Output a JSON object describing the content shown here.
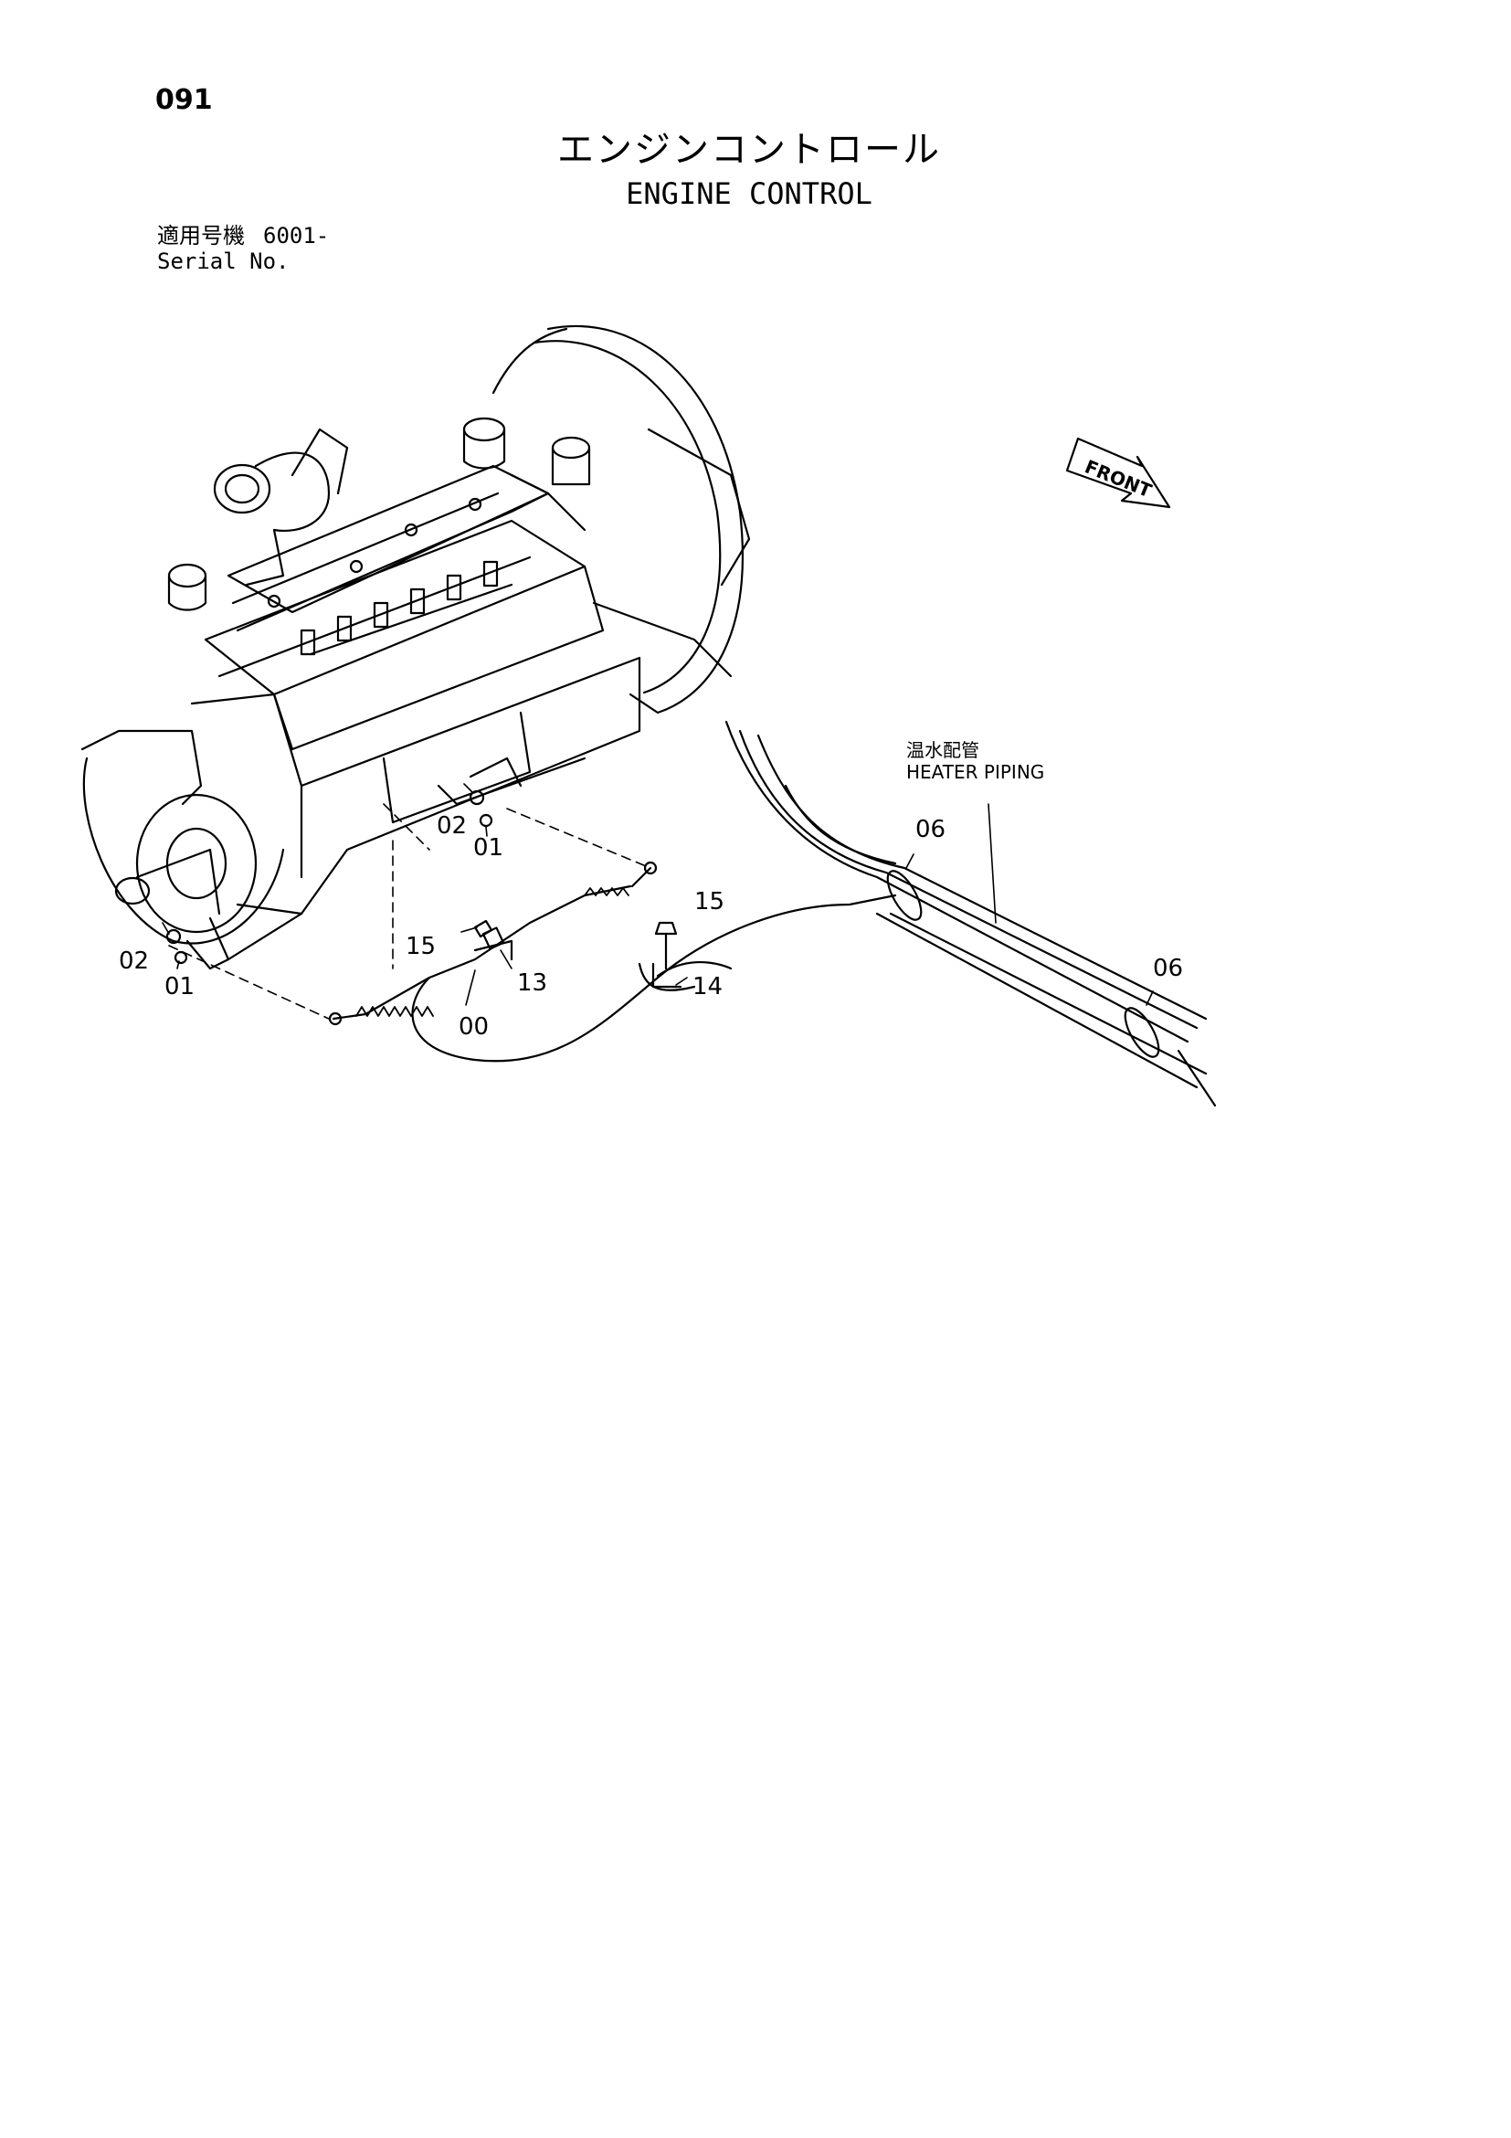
{
  "page": {
    "number": "091"
  },
  "title": {
    "japanese": "エンジンコントロール",
    "english": "ENGINE CONTROL"
  },
  "serial": {
    "label_jp": "適用号機",
    "label_en": "Serial No.",
    "value": "6001-"
  },
  "diagram": {
    "front_label": "FRONT",
    "heater_label_jp": "温水配管",
    "heater_label_en": "HEATER PIPING",
    "callouts": {
      "c02a": "02",
      "c01a": "01",
      "c02b": "02",
      "c01b": "01",
      "c15a": "15",
      "c15b": "15",
      "c13": "13",
      "c14": "14",
      "c00": "00",
      "c06a": "06",
      "c06b": "06"
    }
  }
}
